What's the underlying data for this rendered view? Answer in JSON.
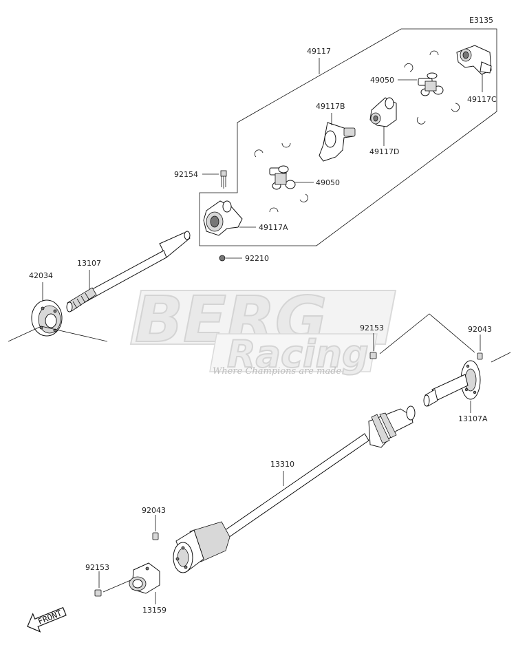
{
  "diagram_code": "E3135",
  "watermark": {
    "brand_top": "BERG",
    "brand_bottom": "Racing",
    "tagline": "Where Champions are made"
  },
  "direction_label": "FRONT",
  "parts": {
    "p49117": "49117",
    "p49050_top": "49050",
    "p49117C": "49117C",
    "p49117B": "49117B",
    "p49117D": "49117D",
    "p92154": "92154",
    "p49050_mid": "49050",
    "p49117A": "49117A",
    "p92210": "92210",
    "p13107": "13107",
    "p42034": "42034",
    "p92153_right": "92153",
    "p92043_right": "92043",
    "p13107A": "13107A",
    "p13310": "13310",
    "p92043_left": "92043",
    "p92153_left": "92153",
    "p13159": "13159"
  }
}
